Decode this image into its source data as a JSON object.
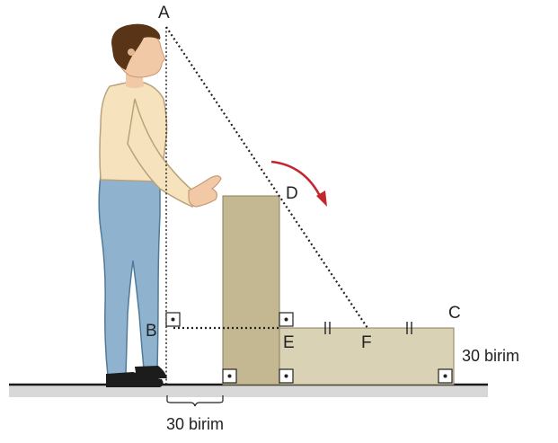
{
  "points": {
    "A": "A",
    "B": "B",
    "C": "C",
    "D": "D",
    "E": "E",
    "F": "F"
  },
  "dimensions": {
    "block_height": "30 birim",
    "distance": "30 birim"
  },
  "colors": {
    "ground": "#1a1a1a",
    "ground_shadow": "#d8d8d8",
    "standing_block": "#c3b891",
    "fallen_block": "#d9d2b4",
    "block_edge": "#8a8060",
    "shirt": "#f6e3bd",
    "pants": "#8fb3cf",
    "skin": "#f1c9a6",
    "hair": "#5a3417",
    "shoe": "#1c1c1c",
    "arrow": "#c1272d"
  }
}
